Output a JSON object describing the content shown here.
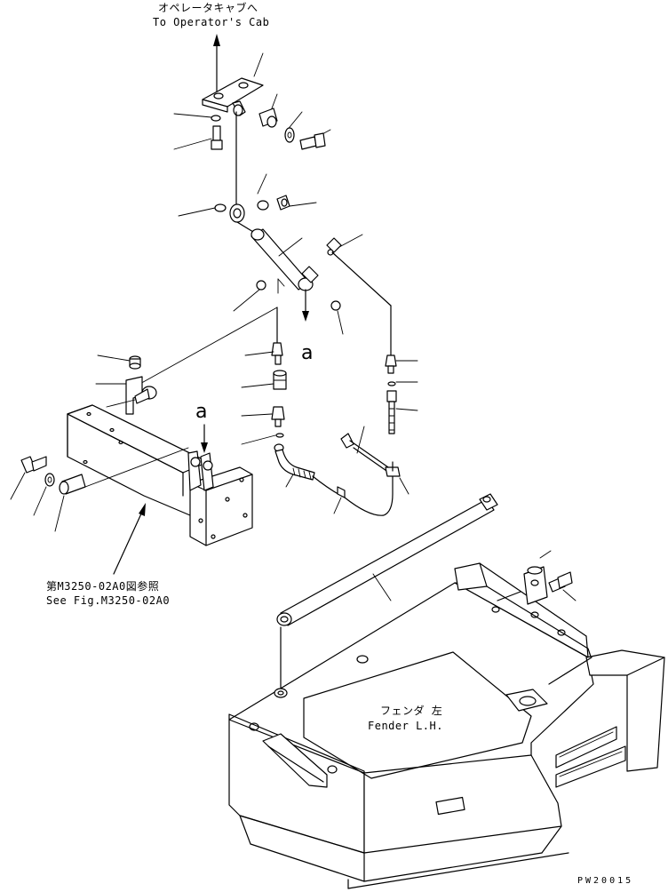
{
  "labels": {
    "to_cab_jp": "オペレータキャブへ",
    "to_cab_en": "To Operator's Cab",
    "see_fig_jp": "第M3250-02A0図参照",
    "see_fig_en": "See Fig.M3250-02A0",
    "fender_jp": "フェンダ 左",
    "fender_en": "Fender L.H.",
    "detail_mark_upper": "a",
    "detail_mark_lower": "a",
    "drawing_code": "PW20015"
  }
}
